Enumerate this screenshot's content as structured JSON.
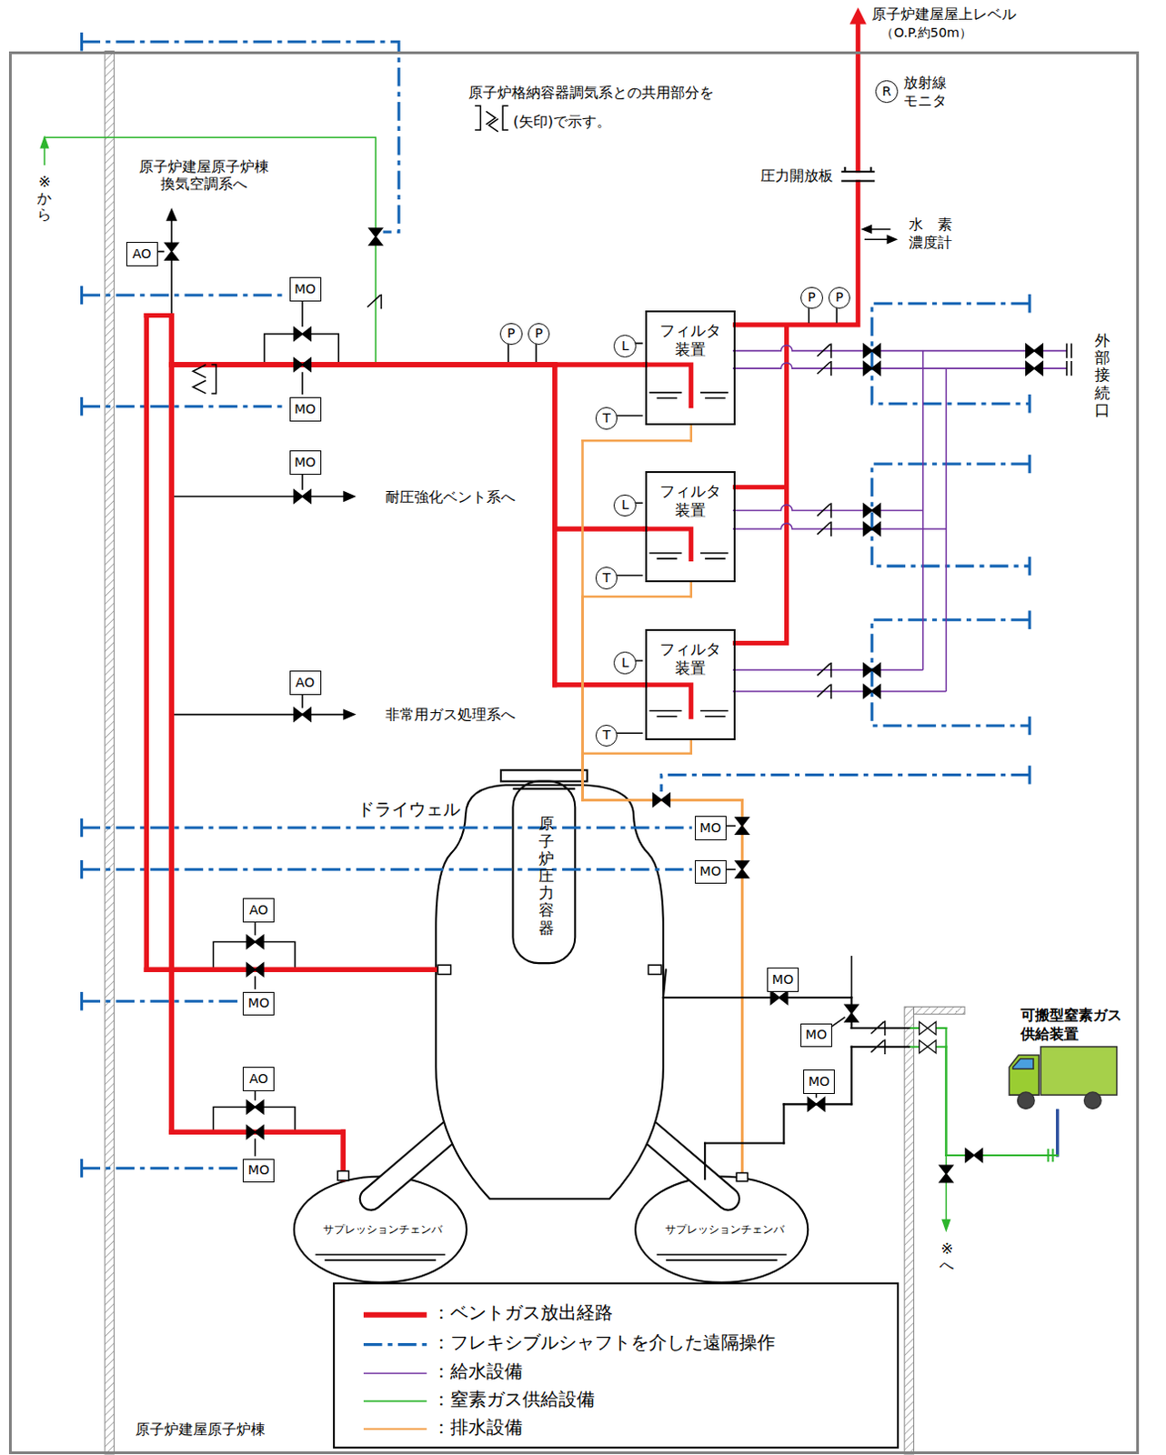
{
  "diagram": {
    "nodes": [
      {
        "text": [
          "原子炉建屋原子炉棟"
        ]
      },
      {
        "text": [
          "R"
        ],
        "in": 0
      },
      {
        "text": [
          "AO"
        ],
        "in": 0
      },
      {
        "text": [
          "MO"
        ],
        "in": 0
      },
      {
        "text": [
          "P"
        ],
        "in": 0
      },
      {
        "text": [
          "P"
        ],
        "in": 0
      },
      {
        "text": [
          "P"
        ],
        "in": 0
      },
      {
        "text": [
          "P"
        ],
        "in": 0
      },
      {
        "text": [
          "フィルタ 装置"
        ],
        "in": 0
      },
      {
        "text": [
          "L"
        ],
        "in": 0
      },
      {
        "text": [
          "T"
        ],
        "in": 0
      },
      {
        "text": [
          "MO"
        ],
        "in": 0
      },
      {
        "text": [
          "MO"
        ],
        "in": 0
      },
      {
        "text": [
          "フィルタ 装置"
        ],
        "in": 0
      },
      {
        "text": [
          "L"
        ],
        "in": 0
      },
      {
        "text": [
          "T"
        ],
        "in": 0
      },
      {
        "text": [
          "AO"
        ],
        "in": 0
      },
      {
        "text": [
          "フィルタ 装置"
        ],
        "in": 0
      },
      {
        "text": [
          "L"
        ],
        "in": 0
      },
      {
        "text": [
          "T"
        ],
        "in": 0
      },
      {
        "text": [
          "MO"
        ],
        "in": 0
      },
      {
        "text": [
          "MO"
        ],
        "in": 0
      },
      {
        "text": [
          "ドライウェル"
        ],
        "in": 0
      },
      {
        "text": [
          "原子炉圧力容器"
        ],
        "in": 22
      },
      {
        "text": [
          "AO"
        ],
        "in": 0
      },
      {
        "text": [
          "MO"
        ],
        "in": 0
      },
      {
        "text": [
          "MO"
        ],
        "in": 0
      },
      {
        "text": [
          "MO"
        ],
        "in": 0
      },
      {
        "text": [
          "MO"
        ],
        "in": 0
      },
      {
        "text": [
          "可搬型窒素ガス 供給装置"
        ]
      },
      {
        "text": [
          "AO"
        ],
        "in": 0
      },
      {
        "text": [
          "MO"
        ],
        "in": 0
      },
      {
        "text": [
          "サプレッションチェンバ"
        ],
        "in": 0
      },
      {
        "text": [
          "サプレッションチェンバ"
        ],
        "in": 0
      }
    ],
    "edges": [
      {
        "from": 22,
        "to": 8,
        "arrow": "none"
      },
      {
        "from": 22,
        "to": 13,
        "arrow": "none"
      },
      {
        "from": 22,
        "to": 17,
        "arrow": "none"
      },
      {
        "from": 32,
        "to": 8,
        "arrow": "none"
      },
      {
        "from": 32,
        "to": 13,
        "arrow": "none"
      },
      {
        "from": 32,
        "to": 17,
        "arrow": "none"
      },
      {
        "from": 8,
        "to": 33,
        "arrow": "none"
      },
      {
        "from": 13,
        "to": 33,
        "arrow": "none"
      },
      {
        "from": 17,
        "to": 33,
        "arrow": "none"
      },
      {
        "from": 29,
        "to": 22,
        "arrow": "none"
      },
      {
        "from": 29,
        "to": 33,
        "arrow": "none"
      }
    ],
    "labels": [
      "原子炉建屋屋上レベル",
      "（O.P.約50m）",
      "放射線 モニタ",
      "原子炉格納容器調気系との共用部分を",
      "(矢印)で示す。",
      "圧力開放板",
      "水　素 濃度計",
      "外部接続口",
      "※から",
      "原子炉建屋原子炉棟 換気空調系へ",
      "耐圧強化ベント系へ",
      "非常用ガス処理系へ",
      "※へ"
    ],
    "legend": [
      {
        "text": "：ベントガス放出経路"
      },
      {
        "text": "：フレキシブルシャフトを介した遠隔操作"
      },
      {
        "text": "：給水設備"
      },
      {
        "text": "：窒素ガス供給設備"
      },
      {
        "text": "：排水設備"
      }
    ]
  }
}
